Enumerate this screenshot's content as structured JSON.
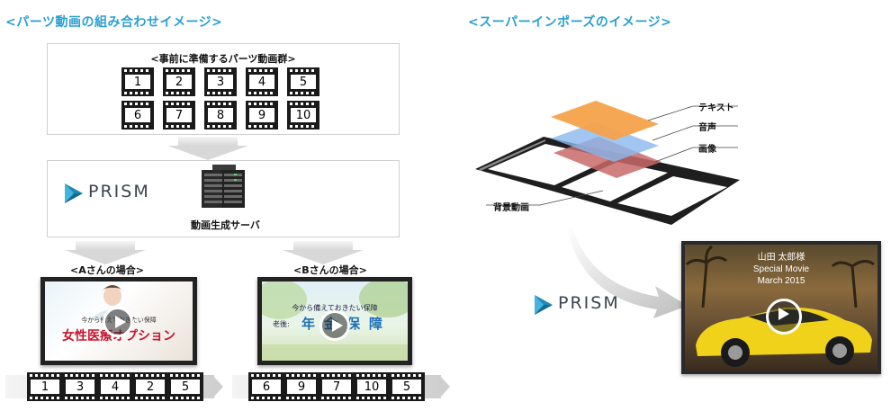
{
  "left": {
    "heading": "<パーツ動画の組み合わせイメージ>",
    "parts_title": "<事前に準備するパーツ動画群>",
    "parts_row1": [
      "1",
      "2",
      "3",
      "4",
      "5"
    ],
    "parts_row2": [
      "6",
      "7",
      "8",
      "9",
      "10"
    ],
    "logo": "PRISM",
    "server_label": "動画生成サーバ",
    "case_a": {
      "label": "<Aさんの場合>",
      "small_text": "今から備えておきたい保障",
      "big_text": "女性医療オプション",
      "sequence": [
        "1",
        "3",
        "4",
        "2",
        "5"
      ]
    },
    "case_b": {
      "label": "<Bさんの場合>",
      "small_text": "今から備えておきたい保障",
      "big_prefix": "老後:",
      "big_text": "年金保障",
      "sequence": [
        "6",
        "9",
        "7",
        "10",
        "5"
      ]
    }
  },
  "right": {
    "heading": "<スーパーインポーズのイメージ>",
    "layers": {
      "text": "テキスト",
      "audio": "音声",
      "image": "画像",
      "background": "背景動画"
    },
    "logo": "PRISM",
    "preview": {
      "line1": "山田 太郎様",
      "line2": "Special Movie",
      "line3": "March 2015"
    }
  },
  "colors": {
    "heading": "#2a9fd2",
    "text_layer": "#f6a24a",
    "audio_layer": "#8ab8ee",
    "image_layer": "#c96a6a",
    "logo_mark": "#1f8ab7"
  }
}
